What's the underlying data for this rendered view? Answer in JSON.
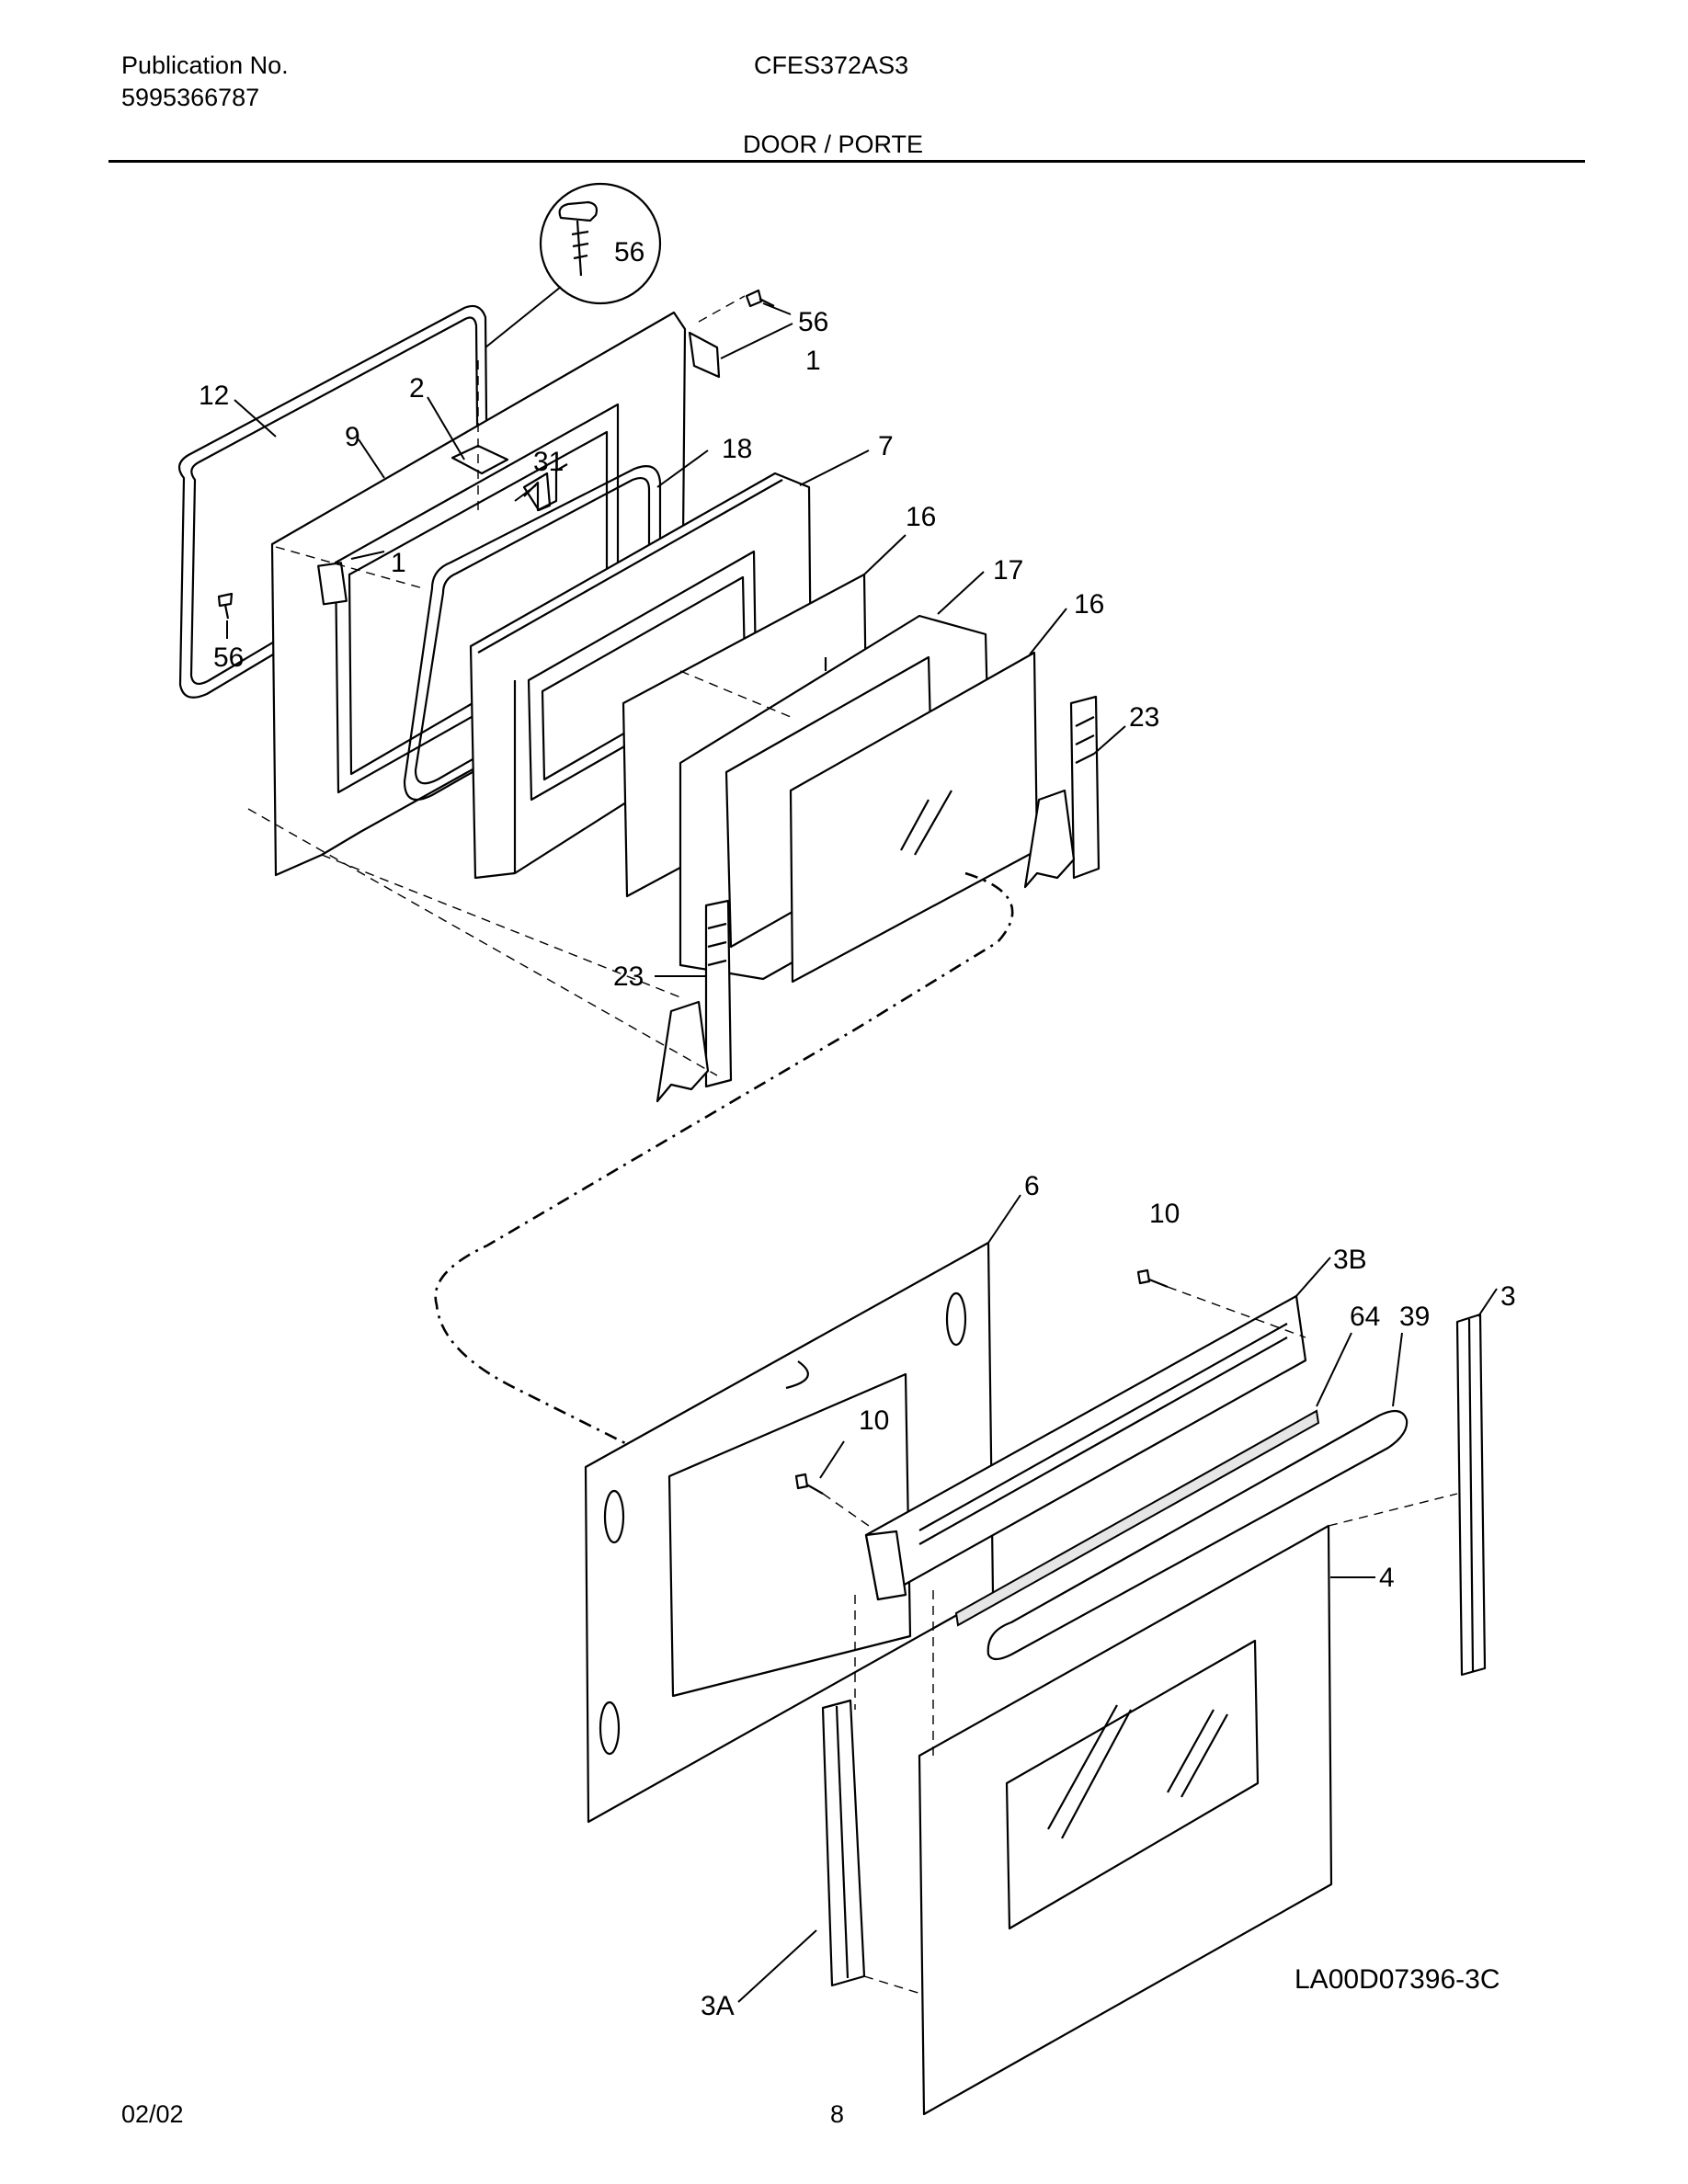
{
  "header": {
    "publication_label": "Publication No.",
    "publication_number": "5995366787",
    "model": "CFES372AS3",
    "section_title": "DOOR / PORTE"
  },
  "footer": {
    "date": "02/02",
    "page": "8",
    "drawing_code": "LA00D07396-3C"
  },
  "callouts": [
    "56",
    "56",
    "1",
    "12",
    "2",
    "9",
    "31",
    "18",
    "7",
    "1",
    "16",
    "17",
    "16",
    "56",
    "23",
    "23",
    "6",
    "10",
    "3B",
    "3",
    "64",
    "39",
    "10",
    "4",
    "3A"
  ]
}
